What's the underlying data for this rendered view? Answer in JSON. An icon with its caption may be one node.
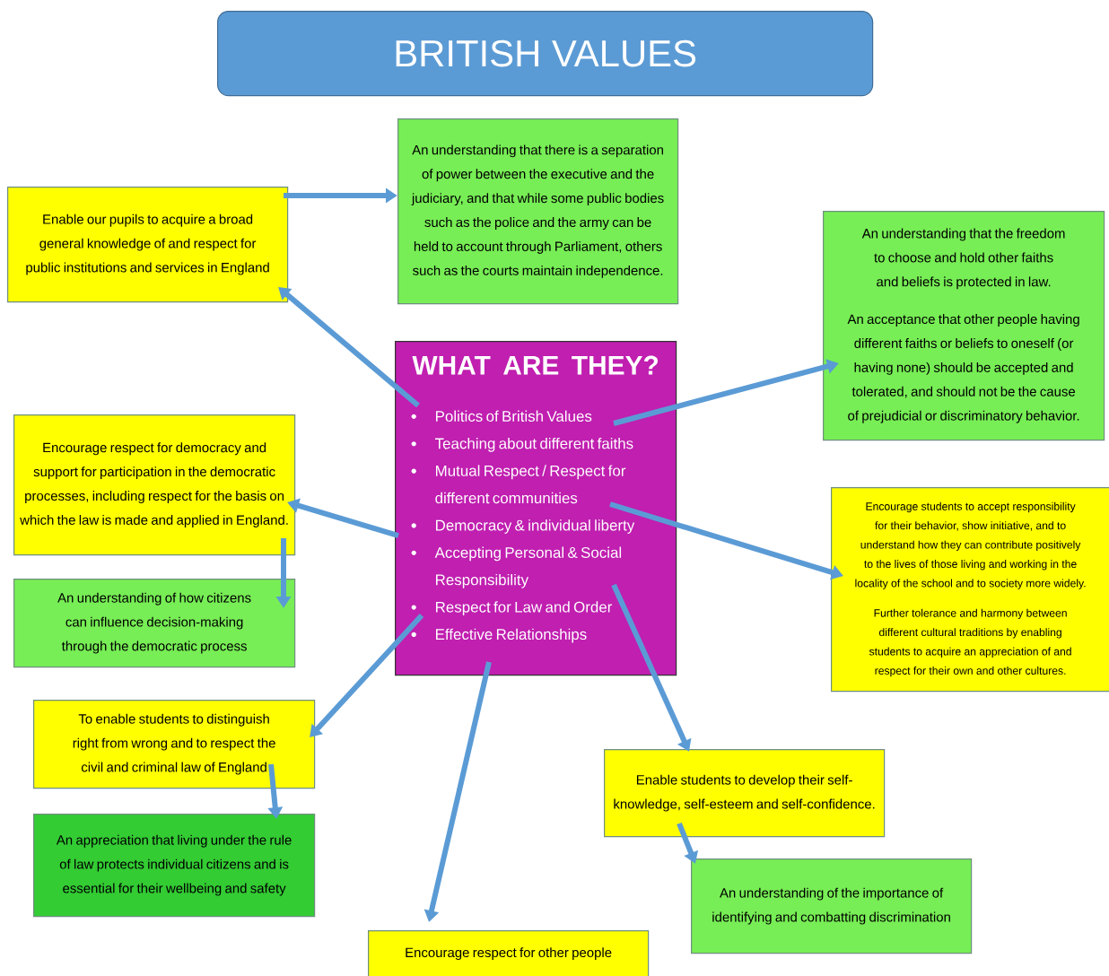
{
  "diagram": {
    "title": "BRITISH VALUES",
    "nodes": [
      {
        "text": [
          "An understanding that there is a separation of power between the executive and the judiciary, and that while some public bodies such as the police and the army can be held to account through Parliament, others such as the courts maintain independence."
        ]
      },
      {
        "text": [
          "Enable our pupils to acquire a broad general knowledge of and respect for public institutions and services in England"
        ]
      },
      {
        "text": [
          "An understanding that the freedom to choose and hold other faiths and beliefs is protected in law.",
          "An acceptance that other people having different faiths or beliefs to oneself (or having none) should be accepted and tolerated, and should not be the cause of prejudicial or discriminatory behavior."
        ]
      },
      {
        "text": [
          "WHAT ARE THEY?",
          "Politics of British Values",
          "Teaching about different faiths",
          "Mutual Respect / Respect for different communities",
          "Democracy & individual liberty",
          "Accepting Personal & Social Responsibility",
          "Respect for Law and Order",
          "Effective Relationships"
        ]
      },
      {
        "text": [
          "Encourage respect for democracy and support for participation in the democratic processes, including respect for the basis on which the law is made and applied in England."
        ]
      },
      {
        "text": [
          "An understanding of how citizens can influence decision-making through the democratic process"
        ]
      },
      {
        "text": [
          "Encourage students to accept responsibility for their behavior, show initiative, and to understand how they can contribute positively to the lives of those living and working in the locality of the school and to society more widely.",
          "Further tolerance and harmony between different cultural traditions by enabling students to acquire an appreciation of and respect for their own and other cultures."
        ]
      },
      {
        "text": [
          "To enable students to distinguish right from wrong and to respect the civil and criminal law of England"
        ]
      },
      {
        "text": [
          "An appreciation that living under the rule of law protects individual citizens and is essential for their wellbeing and safety"
        ]
      },
      {
        "text": [
          "Enable students to develop their self-knowledge, self-esteem and self-confidence."
        ]
      },
      {
        "text": [
          "An understanding of the importance of identifying and combatting discrimination"
        ]
      },
      {
        "text": [
          "Encourage respect for other people"
        ]
      }
    ],
    "edges": [
      {
        "from": 1,
        "to": 0,
        "arrow": "to"
      },
      {
        "from": 3,
        "to": 1,
        "arrow": "to"
      },
      {
        "from": 3,
        "to": 2,
        "arrow": "to"
      },
      {
        "from": 3,
        "to": 4,
        "arrow": "to"
      },
      {
        "from": 4,
        "to": 5,
        "arrow": "to"
      },
      {
        "from": 3,
        "to": 6,
        "arrow": "to"
      },
      {
        "from": 3,
        "to": 7,
        "arrow": "to"
      },
      {
        "from": 7,
        "to": 8,
        "arrow": "to"
      },
      {
        "from": 3,
        "to": 9,
        "arrow": "to"
      },
      {
        "from": 9,
        "to": 10,
        "arrow": "to"
      },
      {
        "from": 3,
        "to": 11,
        "arrow": "to"
      }
    ]
  }
}
